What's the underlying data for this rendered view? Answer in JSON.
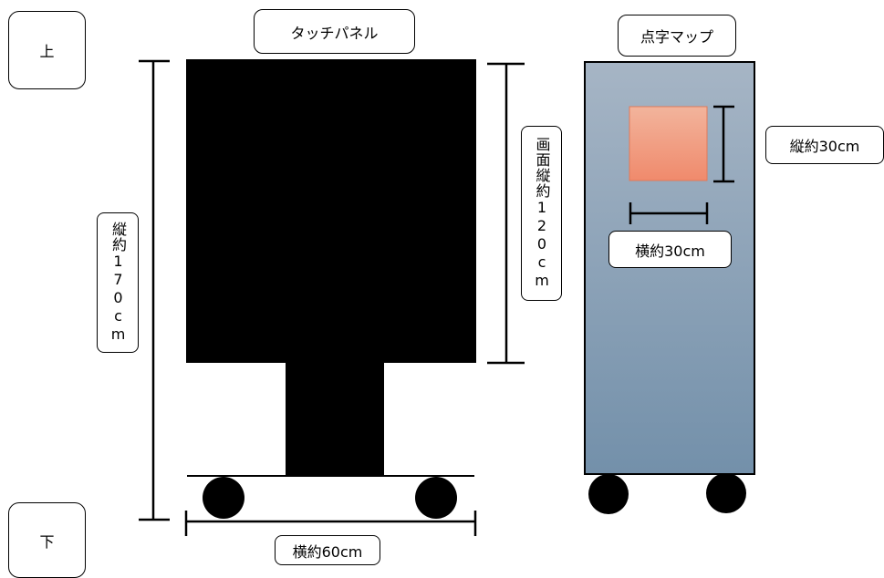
{
  "labels": {
    "up": "上",
    "down": "下",
    "touch_panel": "タッチパネル",
    "braille_map": "点字マップ",
    "total_height": "縦約170cm",
    "screen_height": "画面縦約120cm",
    "width_60": "横約60cm",
    "height_30": "縦約30cm",
    "width_30": "横約30cm"
  },
  "colors": {
    "panel": "#000000",
    "map_body_top": "#a6b5c5",
    "map_body_bottom": "#7390aa",
    "map_square_top": "#f2b49c",
    "map_square_bottom": "#f08a6c",
    "line": "#000000"
  }
}
